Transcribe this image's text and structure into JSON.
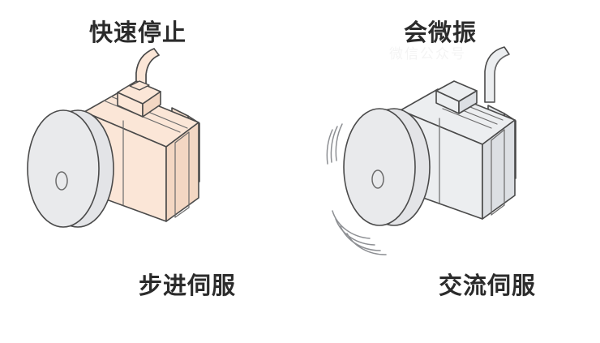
{
  "figure": {
    "background_color": "#ffffff",
    "panels": [
      {
        "id": "stepper",
        "caption_top": "快速停止",
        "caption_bottom": "步进伺服",
        "body_color": "#fbe6d7",
        "body_shade_color": "#f3d7c3",
        "disc_color": "#e9eaec",
        "disc_edge_color": "#d8d9dc",
        "outline_color": "#4a4a4a",
        "cable_color": "#fbe6d7",
        "vibration": false,
        "vibration_arcs": 0
      },
      {
        "id": "ac-servo",
        "caption_top": "会微振",
        "caption_bottom": "交流伺服",
        "body_color": "#eceef0",
        "body_shade_color": "#dcdfe3",
        "disc_color": "#e9eaec",
        "disc_edge_color": "#d8d9dc",
        "outline_color": "#4a4a4a",
        "cable_color": "#eceef0",
        "vibration": true,
        "vibration_arcs": 7
      }
    ],
    "watermark": "微信公众号"
  },
  "icons": {
    "motor": "servo-motor-icon",
    "disc": "flywheel-disc-icon",
    "cable": "power-cable-icon",
    "vibration": "vibration-lines-icon"
  }
}
